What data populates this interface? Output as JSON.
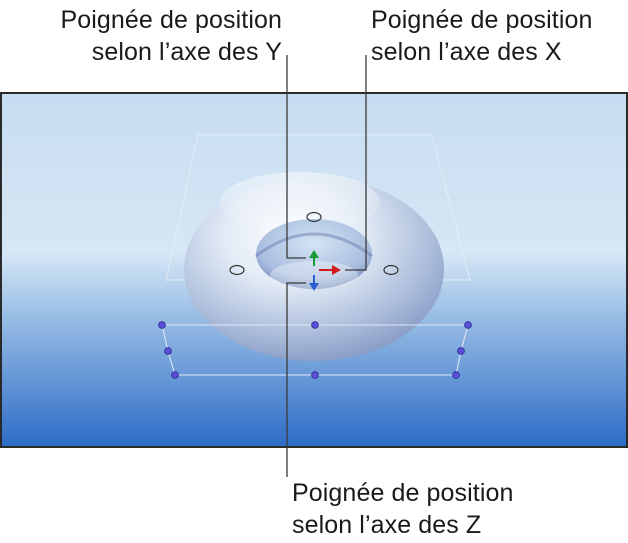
{
  "callouts": {
    "y_handle": {
      "line1": "Poignée de position",
      "line2": "selon l’axe des Y"
    },
    "x_handle": {
      "line1": "Poignée de position",
      "line2": "selon l’axe des X"
    },
    "z_handle": {
      "line1": "Poignée de position",
      "line2": "selon l’axe des Z"
    }
  },
  "colors": {
    "canvas_top": "#cfe1f2",
    "canvas_bottom": "#2f6ec8",
    "y_axis": "#1a9a3a",
    "x_axis": "#d01c1c",
    "z_axis": "#2a5fd8",
    "bbox_point": "#5a4fd6",
    "leader_line": "#333333"
  },
  "icons": {
    "y_handle": "green-up-arrow-icon",
    "x_handle": "red-right-arrow-icon",
    "z_handle": "blue-down-arrow-icon",
    "object": "torus-icon"
  }
}
